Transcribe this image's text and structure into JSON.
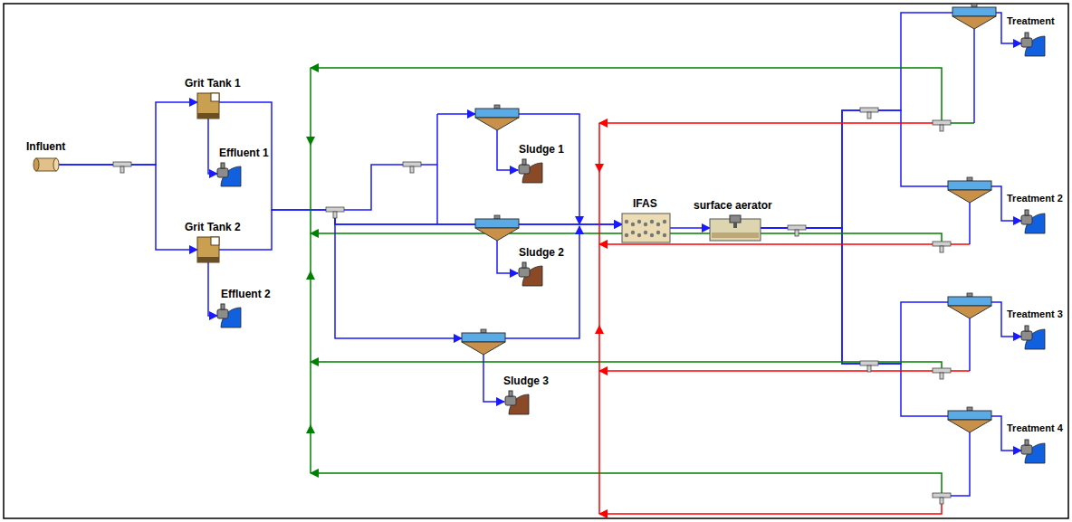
{
  "diagram": {
    "nodes": [
      {
        "text": [
          "Influent"
        ]
      },
      {
        "text": [
          "Grit Tank 1"
        ]
      },
      {
        "text": [
          "Effluent 1"
        ]
      },
      {
        "text": [
          "Grit Tank 2"
        ]
      },
      {
        "text": [
          "Effluent 2"
        ]
      },
      {
        "text": [
          "Sludge 1"
        ]
      },
      {
        "text": [
          "Sludge 2"
        ]
      },
      {
        "text": [
          "Sludge 3"
        ]
      },
      {
        "text": [
          "IFAS"
        ]
      },
      {
        "text": [
          "surface aerator"
        ]
      },
      {
        "text": [
          "Treatment"
        ]
      },
      {
        "text": [
          "Treatment 2"
        ]
      },
      {
        "text": [
          "Treatment 3"
        ]
      },
      {
        "text": [
          "Treatment 4"
        ]
      }
    ],
    "edges": [
      {
        "from": 0,
        "to": 1,
        "arrow": "to"
      },
      {
        "from": 0,
        "to": 3,
        "arrow": "to"
      },
      {
        "from": 1,
        "to": 2,
        "arrow": "to"
      },
      {
        "from": 3,
        "to": 4,
        "arrow": "to"
      },
      {
        "from": 1,
        "to": 8,
        "arrow": "to"
      },
      {
        "from": 3,
        "to": 8,
        "arrow": "to"
      },
      {
        "from": 8,
        "to": 9,
        "arrow": "to"
      },
      {
        "from": 9,
        "to": 10,
        "arrow": "to"
      },
      {
        "from": 9,
        "to": 11,
        "arrow": "to"
      },
      {
        "from": 9,
        "to": 12,
        "arrow": "to"
      },
      {
        "from": 9,
        "to": 13,
        "arrow": "to"
      }
    ]
  }
}
